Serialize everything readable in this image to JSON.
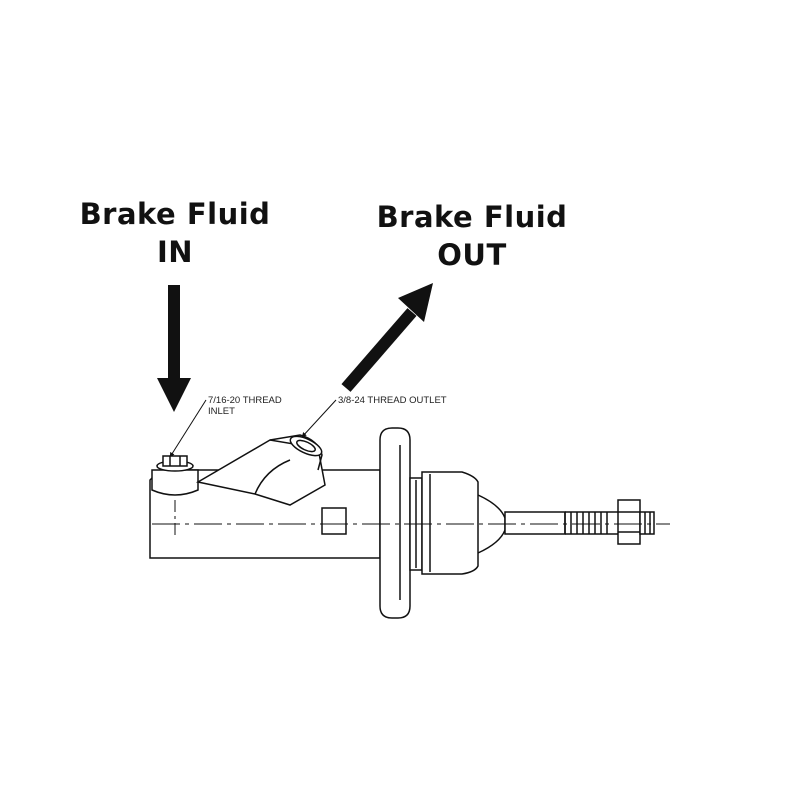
{
  "labels": {
    "in_line1": "Brake Fluid",
    "in_line2": "IN",
    "out_line1": "Brake Fluid",
    "out_line2": "OUT"
  },
  "callouts": {
    "inlet_line1": "7/16-20 THREAD",
    "inlet_line2": "INLET",
    "outlet": "3/8-24 THREAD OUTLET"
  },
  "colors": {
    "ink": "#111111",
    "background": "#ffffff"
  }
}
